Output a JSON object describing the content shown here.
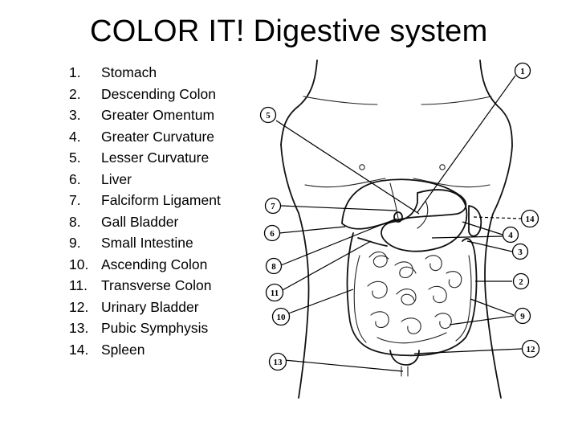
{
  "title": "COLOR IT! Digestive system",
  "legend": [
    {
      "num": "1.",
      "label": "Stomach"
    },
    {
      "num": "2.",
      "label": "Descending Colon"
    },
    {
      "num": "3.",
      "label": "Greater Omentum"
    },
    {
      "num": "4.",
      "label": "Greater Curvature"
    },
    {
      "num": "5.",
      "label": "Lesser Curvature"
    },
    {
      "num": "6.",
      "label": "Liver"
    },
    {
      "num": "7.",
      "label": "Falciform Ligament"
    },
    {
      "num": "8.",
      "label": "Gall Bladder"
    },
    {
      "num": "9.",
      "label": "Small Intestine"
    },
    {
      "num": "10.",
      "label": "Ascending Colon"
    },
    {
      "num": "11.",
      "label": "Transverse Colon"
    },
    {
      "num": "12.",
      "label": "Urinary Bladder"
    },
    {
      "num": "13.",
      "label": "Pubic Symphysis"
    },
    {
      "num": "14.",
      "label": "Spleen"
    }
  ],
  "callouts": [
    "1",
    "2",
    "3",
    "4",
    "5",
    "6",
    "7",
    "8",
    "9",
    "10",
    "11",
    "12",
    "13",
    "14"
  ]
}
